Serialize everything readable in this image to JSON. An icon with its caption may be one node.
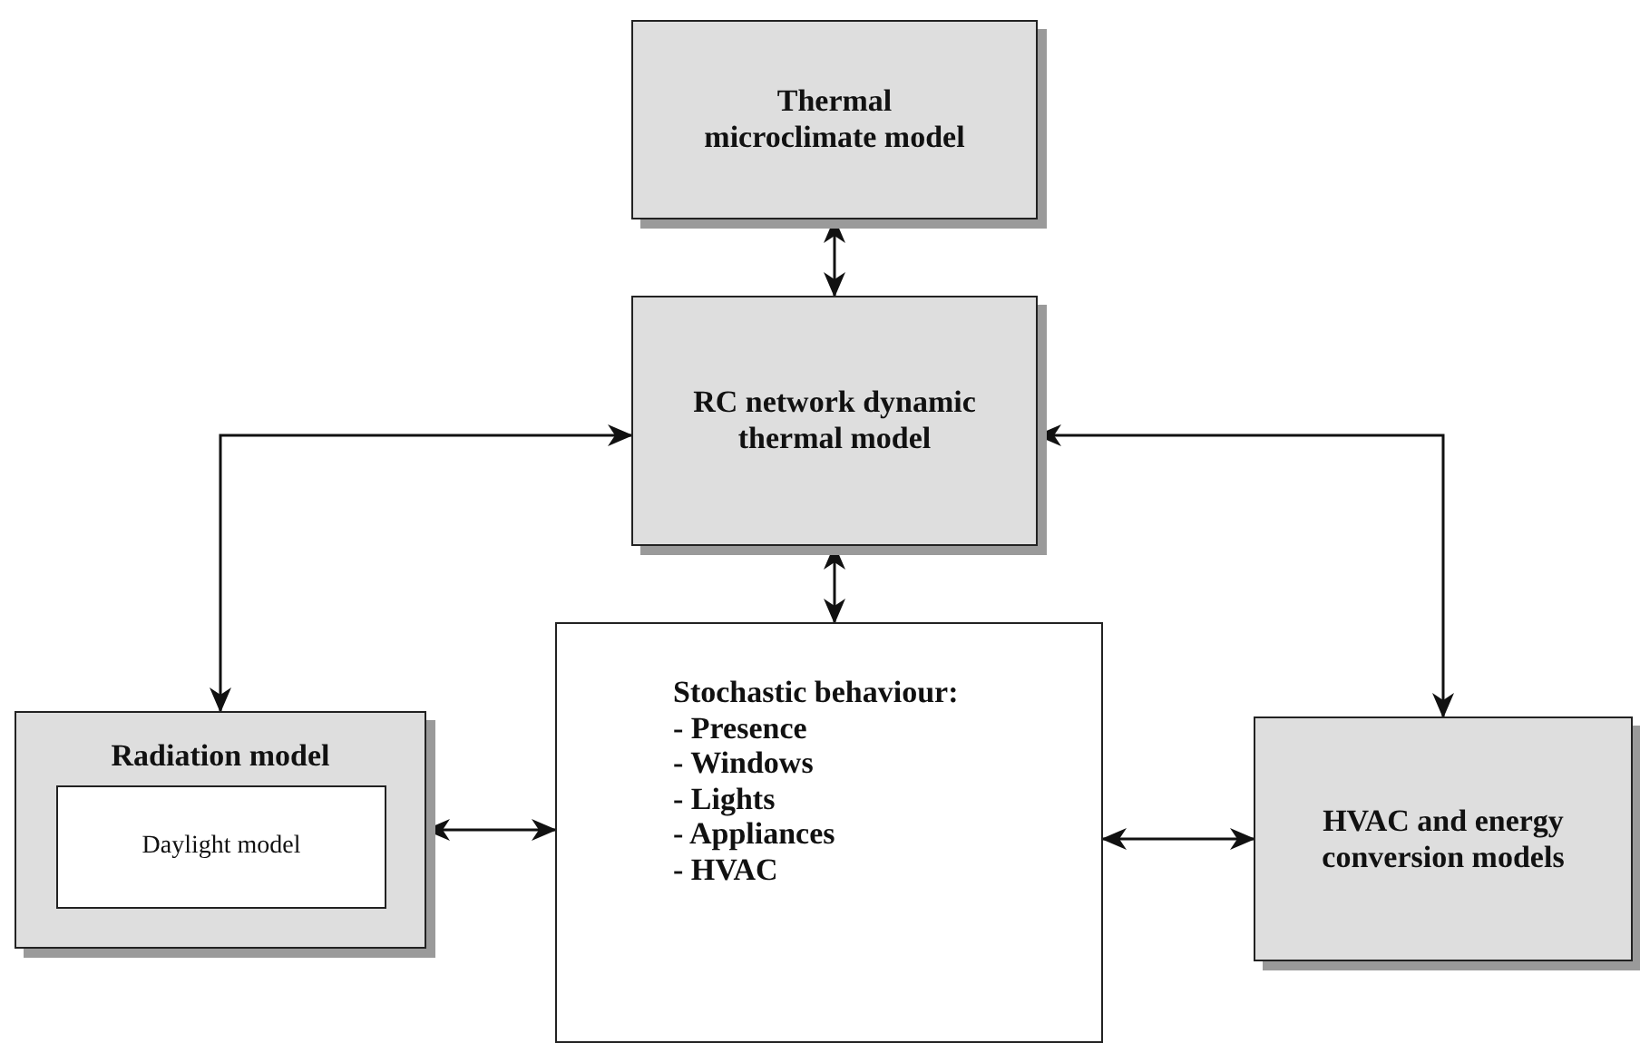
{
  "diagram": {
    "nodes": [
      {
        "text": [
          "Thermal microclimate model"
        ]
      },
      {
        "text": [
          "RC network dynamic thermal model"
        ]
      },
      {
        "text": [
          "Radiation model"
        ]
      },
      {
        "text": [
          "Daylight model"
        ],
        "in": 2
      },
      {
        "text": [
          "Stochastic behaviour:",
          "- Presence",
          "- Windows",
          "- Lights",
          "- Appliances",
          "- HVAC"
        ]
      },
      {
        "text": [
          "HVAC and energy conversion models"
        ]
      }
    ],
    "edges": [
      {
        "from": 0,
        "to": 1,
        "arrow": "both"
      },
      {
        "from": 1,
        "to": 2,
        "arrow": "both"
      },
      {
        "from": 1,
        "to": 5,
        "arrow": "both"
      },
      {
        "from": 1,
        "to": 4,
        "arrow": "both"
      },
      {
        "from": 2,
        "to": 4,
        "arrow": "both"
      },
      {
        "from": 4,
        "to": 5,
        "arrow": "both"
      }
    ]
  }
}
